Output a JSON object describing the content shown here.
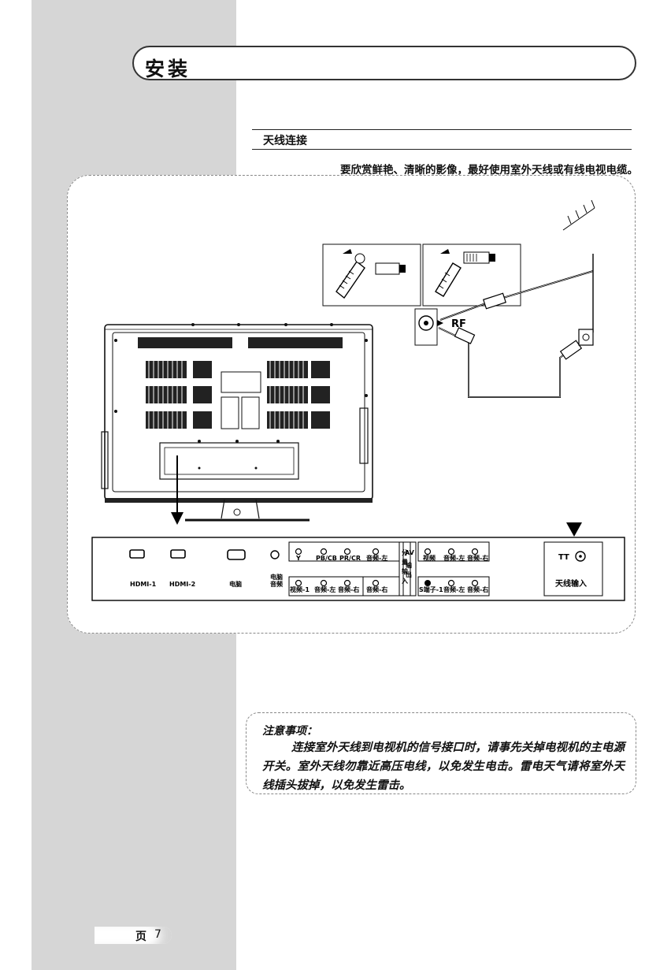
{
  "header": {
    "title": "安装"
  },
  "section": {
    "title": "天线连接",
    "intro": "要欣赏鲜艳、清晰的影像，最好使用室外天线或有线电视电缆。"
  },
  "diagram": {
    "rf_label": "RF",
    "panel": {
      "hdmi1": "HDMI-1",
      "hdmi2": "HDMI-2",
      "pc": "电脑",
      "pc_audio_line1": "电脑",
      "pc_audio_line2": "音频",
      "component_top": [
        "Y",
        "PB/CB",
        "PR/CR",
        "音频-左"
      ],
      "component_vertical": [
        "分",
        "量",
        "输",
        "入"
      ],
      "av_in_bottom": [
        "视频-1",
        "音频-左",
        "音频-右",
        "音频-右"
      ],
      "av_label": "AV",
      "av_out_vertical": [
        "输",
        "出"
      ],
      "av_out_top": [
        "视频",
        "音频-左",
        "音频-右"
      ],
      "av_out_bottom": [
        "S端子-1",
        "音频-左",
        "音频-右"
      ],
      "antenna_input": "天线输入"
    }
  },
  "note": {
    "title": "注意事项：",
    "body": "连接室外天线到电视机的信号接口时，请事先关掉电视机的主电源开关。室外天线勿靠近高压电线，以免发生电击。雷电天气请将室外天线插头拔掉，以免发生雷击。"
  },
  "footer": {
    "page_label": "页",
    "page_number": "7"
  }
}
